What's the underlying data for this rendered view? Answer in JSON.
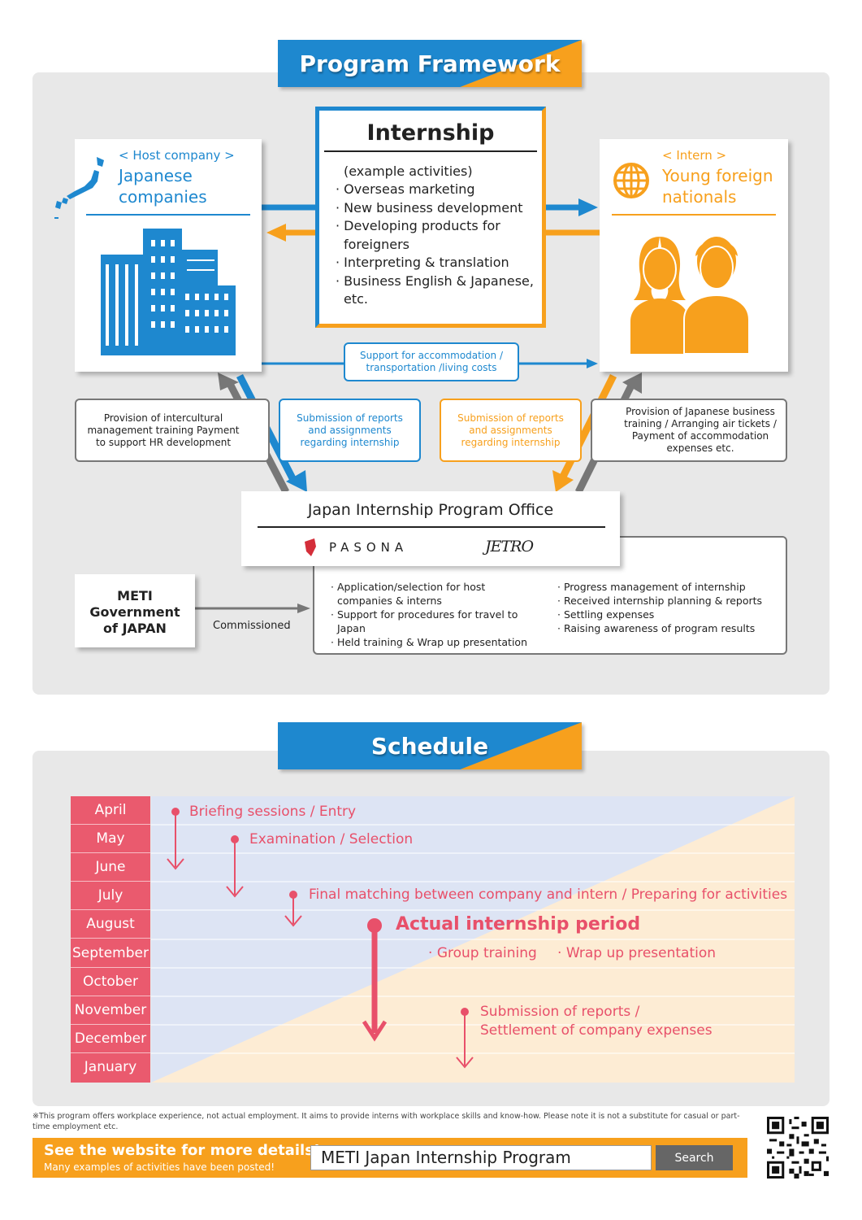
{
  "framework": {
    "banner": "Program Framework",
    "internship": {
      "title": "Internship",
      "intro": "(example activities)",
      "items": [
        "Overseas marketing",
        "New business development",
        "Developing products for foreigners",
        "Interpreting & translation",
        "Business English & Japanese, etc."
      ]
    },
    "host": {
      "tag": "< Host company >",
      "name_line1": "Japanese",
      "name_line2": "companies"
    },
    "intern": {
      "tag": "< Intern >",
      "name_line1": "Young foreign",
      "name_line2": "nationals"
    },
    "support": "Support for accommodation / transportation /living costs",
    "left_note": "Provision of intercultural management training Payment to support HR development",
    "left_reports": "Submission of reports and assignments regarding internship",
    "right_reports": "Submission of reports and assignments regarding internship",
    "right_note": "Provision of Japanese business training / Arranging air tickets / Payment of accommodation expenses etc.",
    "office_title": "Japan Internship Program Office",
    "pasona": "PASONA",
    "jetro": "JETRO",
    "meti_line1": "METI",
    "meti_line2": "Government",
    "meti_line3": "of JAPAN",
    "commissioned": "Commissioned",
    "office_left": [
      "Application/selection for host companies & interns",
      "Support for procedures for travel to Japan",
      "Held training & Wrap up presentation"
    ],
    "office_right": [
      "Progress management of internship",
      "Received internship planning & reports",
      "Settling expenses",
      "Raising awareness of program results"
    ]
  },
  "schedule": {
    "banner": "Schedule",
    "months": [
      "April",
      "May",
      "June",
      "July",
      "August",
      "September",
      "October",
      "November",
      "December",
      "January"
    ],
    "steps": {
      "briefing": "Briefing sessions / Entry",
      "exam": "Examination / Selection",
      "matching": "Final matching between company and intern / Preparing for activities",
      "actual": "Actual internship period",
      "group": "Group training",
      "wrap": "Wrap up presentation",
      "submission_line1": "Submission of reports /",
      "submission_line2": "Settlement of company expenses"
    }
  },
  "footer": {
    "disclaimer": "※This program offers workplace experience, not actual employment. It aims to provide interns with workplace skills and know-how. Please note it is not a substitute for casual or part-time employment etc.",
    "cta": "See the website for more details!",
    "cta_sub": "Many examples of activities have been posted!",
    "search_value": "METI Japan Internship Program",
    "search_button": "Search"
  },
  "colors": {
    "blue": "#1e88cf",
    "orange": "#f7a01d",
    "red": "#e8506a",
    "gray": "#777777"
  }
}
